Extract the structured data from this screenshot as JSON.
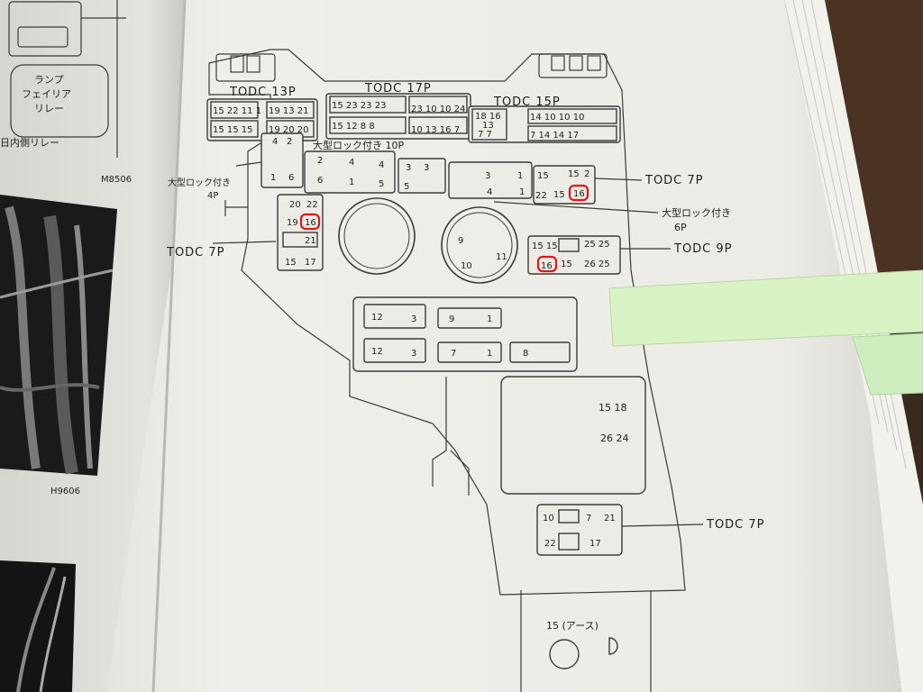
{
  "photo": {
    "tabs": [
      {
        "name": "sticky-note-green-upper",
        "color": "#d9f2c4"
      },
      {
        "name": "sticky-note-green-lower",
        "color": "#cfeec0"
      }
    ],
    "colors": {
      "paper": "#efeeea",
      "ink": "#2a2a2a",
      "highlight": "#e01818",
      "desk": "#3a2a1e"
    }
  },
  "left_page": {
    "relay_label": [
      "ランプ",
      "フェイリア",
      "リレー"
    ],
    "relay_side_label": "日内側リレー",
    "figure_codes": [
      "M8506",
      "H9606"
    ]
  },
  "diagram": {
    "connectors": {
      "todc_13p": "TODC 13P",
      "todc_17p": "TODC 17P",
      "todc_15p": "TODC 15P",
      "lock_10p": "大型ロック付き 10P",
      "lock_4p": [
        "大型ロック付き",
        "4P"
      ],
      "todc_7p_left": "TODC 7P",
      "todc_7p_right": "TODC 7P",
      "lock_6p": [
        "大型ロック付き",
        "6P"
      ],
      "todc_9p": "TODC 9P",
      "todc_7p_bottom": "TODC 7P",
      "ground": "15 (アース)"
    },
    "pins": {
      "p13": {
        "row1": "15 22 11 1",
        "row2": "15 15 15",
        "row3": "19 13 21",
        "row4": "19 20 20"
      },
      "p17": {
        "row1": "15 23 23 23",
        "row2": "15 12 8 8",
        "row3": "23 10 10 24",
        "row4": "10 13 16 7"
      },
      "p15": {
        "row1a": "18 16",
        "row1b": "13",
        "row1c": "7 7",
        "row2": "14 10 10 10",
        "row3": "7 14 14 17"
      },
      "p4": {
        "a": "4",
        "b": "2",
        "c": "1",
        "d": "6"
      },
      "p10": {
        "a": "2",
        "b": "4",
        "c": "4",
        "d": "3",
        "e": "3",
        "f": "6",
        "g": "1",
        "h": "5",
        "i": "5"
      },
      "p6": {
        "a": "3",
        "b": "1",
        "c": "4",
        "d": "1"
      },
      "p7r": {
        "a": "15",
        "b": "15",
        "c": "2",
        "d": "22",
        "e": "15",
        "f": "16"
      },
      "p7l": {
        "a": "20",
        "b": "22",
        "c": "19",
        "d": "16",
        "e": "21",
        "f": "15",
        "g": "17"
      },
      "meters": {
        "a": "9",
        "b": "11",
        "c": "10"
      },
      "p9": {
        "a": "15 15",
        "b": "25 25",
        "c": "16",
        "d": "15",
        "e": "26 25"
      },
      "fuse": {
        "a": "12",
        "b": "3",
        "c": "9",
        "d": "1",
        "e": "12",
        "f": "3",
        "g": "7",
        "h": "1",
        "i": "8"
      },
      "relay_block": {
        "row1": "15 18",
        "row2": "26 24"
      },
      "p7b": {
        "a": "10",
        "b": "7",
        "c": "21",
        "d": "22",
        "e": "17"
      }
    }
  }
}
